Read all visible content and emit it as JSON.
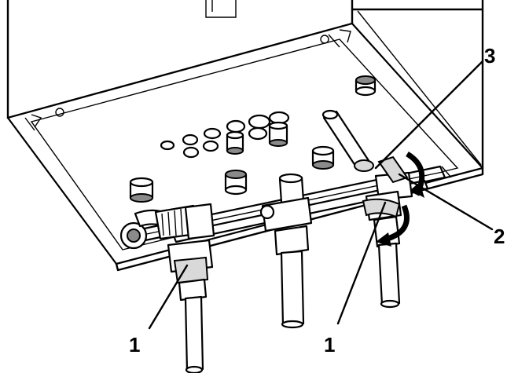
{
  "callouts": {
    "label_1_left": "1",
    "label_1_right": "1",
    "label_2": "2",
    "label_3": "3"
  },
  "icons": {
    "rotation_arrow": "rotate-arrow-icon"
  }
}
